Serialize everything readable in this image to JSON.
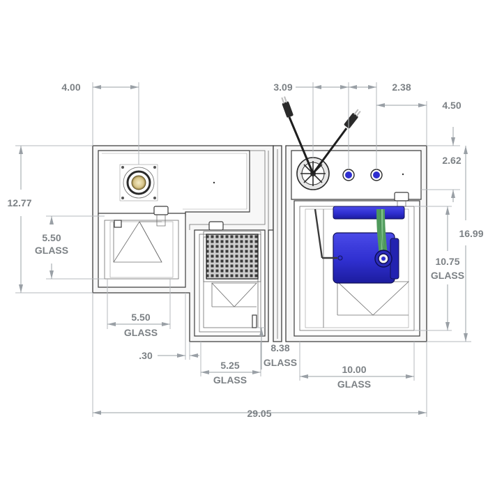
{
  "dimensions": {
    "overall_width": "29.05",
    "overall_height_left": "12.77",
    "overall_height_right": "16.99",
    "left_offset": "4.00",
    "right_offset_a": "3.09",
    "right_offset_b": "2.38",
    "right_offset_c": "4.50",
    "top_section_depth": "2.62",
    "spacer": ".30",
    "depth_center": "8.38",
    "glass_word": "GLASS",
    "glass_left_vertical": "5.50",
    "glass_left_horizontal": "5.50",
    "glass_center": "5.25",
    "glass_right_width": "10.00",
    "glass_right_height": "10.75"
  },
  "colors": {
    "dimension_lines": "#9aa0a6",
    "dimension_text": "#7c8185",
    "outline": "#3c3c3c",
    "pump_blue": "#2f2fd0",
    "hose_green": "#5fa56a",
    "strainer_brass": "#d8c58a"
  }
}
